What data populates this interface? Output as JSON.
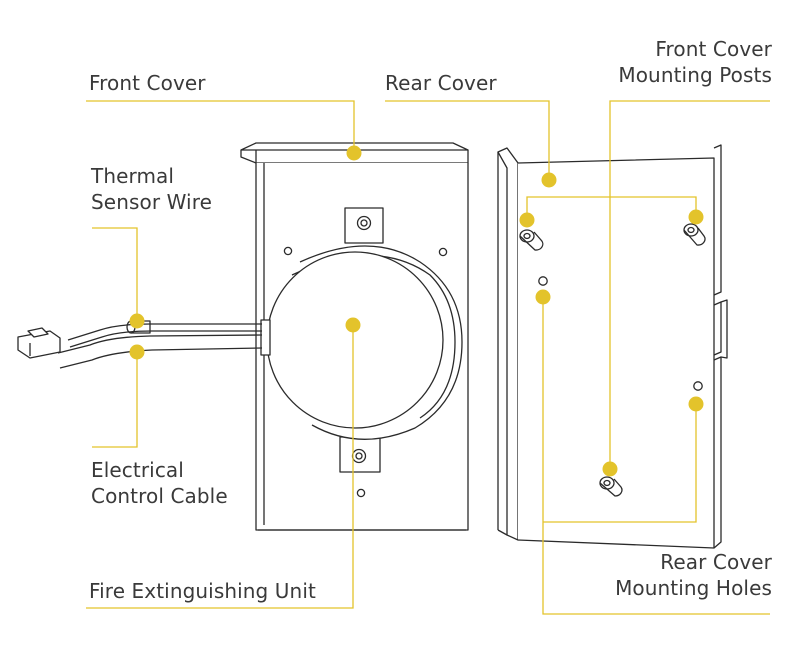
{
  "colors": {
    "accent": "#E3C32B",
    "line": "#2b2b2b",
    "text": "#3a3a3a"
  },
  "labels": {
    "front_cover": "Front Cover",
    "rear_cover": "Rear Cover",
    "front_cover_mounting_posts": [
      "Front Cover",
      "Mounting Posts"
    ],
    "thermal_sensor_wire": [
      "Thermal",
      "Sensor Wire"
    ],
    "electrical_control_cable": [
      "Electrical",
      "Control Cable"
    ],
    "fire_extinguishing_unit": "Fire Extinguishing Unit",
    "rear_cover_mounting_holes": [
      "Rear Cover",
      "Mounting Holes"
    ]
  }
}
